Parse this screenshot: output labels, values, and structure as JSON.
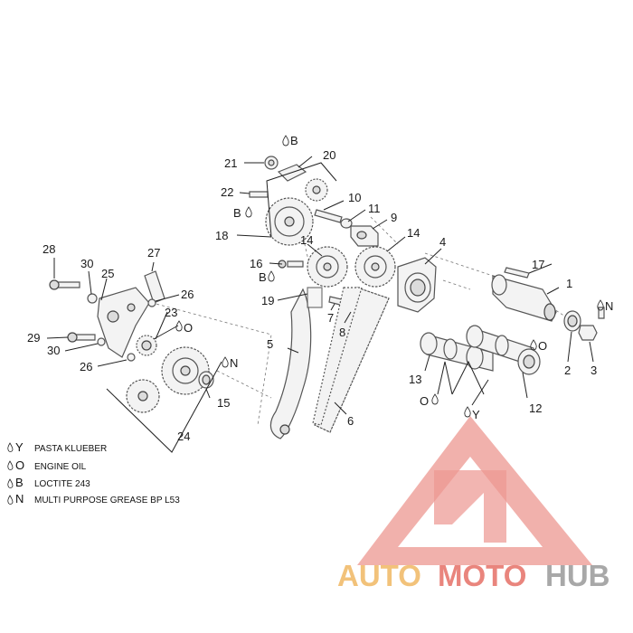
{
  "callouts": [
    {
      "id": "n1",
      "text": "1"
    },
    {
      "id": "n2",
      "text": "2"
    },
    {
      "id": "n3",
      "text": "3"
    },
    {
      "id": "n4",
      "text": "4"
    },
    {
      "id": "n5",
      "text": "5"
    },
    {
      "id": "n6",
      "text": "6"
    },
    {
      "id": "n7",
      "text": "7"
    },
    {
      "id": "n8",
      "text": "8"
    },
    {
      "id": "n9",
      "text": "9"
    },
    {
      "id": "n10",
      "text": "10"
    },
    {
      "id": "n11",
      "text": "11"
    },
    {
      "id": "n12",
      "text": "12"
    },
    {
      "id": "n13",
      "text": "13"
    },
    {
      "id": "n14a",
      "text": "14"
    },
    {
      "id": "n14b",
      "text": "14"
    },
    {
      "id": "n15",
      "text": "15"
    },
    {
      "id": "n16",
      "text": "16"
    },
    {
      "id": "n17",
      "text": "17"
    },
    {
      "id": "n18",
      "text": "18"
    },
    {
      "id": "n19",
      "text": "19"
    },
    {
      "id": "n20",
      "text": "20"
    },
    {
      "id": "n21",
      "text": "21"
    },
    {
      "id": "n22",
      "text": "22"
    },
    {
      "id": "n23",
      "text": "23"
    },
    {
      "id": "n24",
      "text": "24"
    },
    {
      "id": "n25",
      "text": "25"
    },
    {
      "id": "n26a",
      "text": "26"
    },
    {
      "id": "n26b",
      "text": "26"
    },
    {
      "id": "n27",
      "text": "27"
    },
    {
      "id": "n28",
      "text": "28"
    },
    {
      "id": "n29",
      "text": "29"
    },
    {
      "id": "n30a",
      "text": "30"
    },
    {
      "id": "n30b",
      "text": "30"
    }
  ],
  "markers": {
    "b1": "B",
    "b2": "B",
    "b3": "B",
    "n1": "N",
    "n2": "N",
    "o1": "O",
    "o2": "O",
    "o3": "O",
    "y1": "Y"
  },
  "legend": [
    {
      "code": "Y",
      "text": "PASTA KLUEBER"
    },
    {
      "code": "O",
      "text": "ENGINE OIL"
    },
    {
      "code": "B",
      "text": "LOCTITE 243"
    },
    {
      "code": "N",
      "text": "MULTI PURPOSE GREASE BP L53"
    }
  ],
  "watermark": {
    "part1": "AUTO",
    "part2": "MOTO",
    "part3": "HUB",
    "colors": {
      "triangle": "#e9857d",
      "auto": "#f2c27a",
      "moto": "#e9857d",
      "hub": "#a8a8a8"
    }
  },
  "icon_name": "drop-icon"
}
